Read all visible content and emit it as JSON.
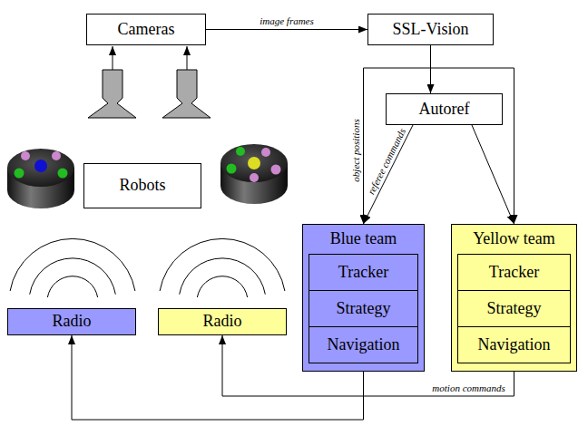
{
  "diagram": {
    "nodes": [
      {
        "text": [
          "Cameras"
        ]
      },
      {
        "text": [
          "SSL-Vision"
        ]
      },
      {
        "text": [
          "Autoref"
        ]
      },
      {
        "text": [
          "Robots"
        ]
      },
      {
        "text": [
          "Blue team"
        ]
      },
      {
        "text": [
          "Tracker"
        ],
        "in": 4
      },
      {
        "text": [
          "Strategy"
        ],
        "in": 4
      },
      {
        "text": [
          "Navigation"
        ],
        "in": 4
      },
      {
        "text": [
          "Yellow team"
        ]
      },
      {
        "text": [
          "Tracker"
        ],
        "in": 8
      },
      {
        "text": [
          "Strategy"
        ],
        "in": 8
      },
      {
        "text": [
          "Navigation"
        ],
        "in": 8
      },
      {
        "text": [
          "Radio"
        ]
      },
      {
        "text": [
          "Radio"
        ]
      }
    ],
    "edges": [
      {
        "from": 0,
        "to": 1,
        "arrow": "to",
        "label": "image frames"
      },
      {
        "from": 1,
        "to": 2,
        "arrow": "to"
      },
      {
        "from": 1,
        "to": 4,
        "arrow": "to",
        "label": "object positions"
      },
      {
        "from": 1,
        "to": 8,
        "arrow": "to"
      },
      {
        "from": 2,
        "to": 4,
        "arrow": "to",
        "label": "referee commands"
      },
      {
        "from": 2,
        "to": 8,
        "arrow": "to"
      },
      {
        "from": 4,
        "to": 12,
        "arrow": "to"
      },
      {
        "from": 8,
        "to": 13,
        "arrow": "to",
        "label": "motion commands"
      }
    ]
  }
}
